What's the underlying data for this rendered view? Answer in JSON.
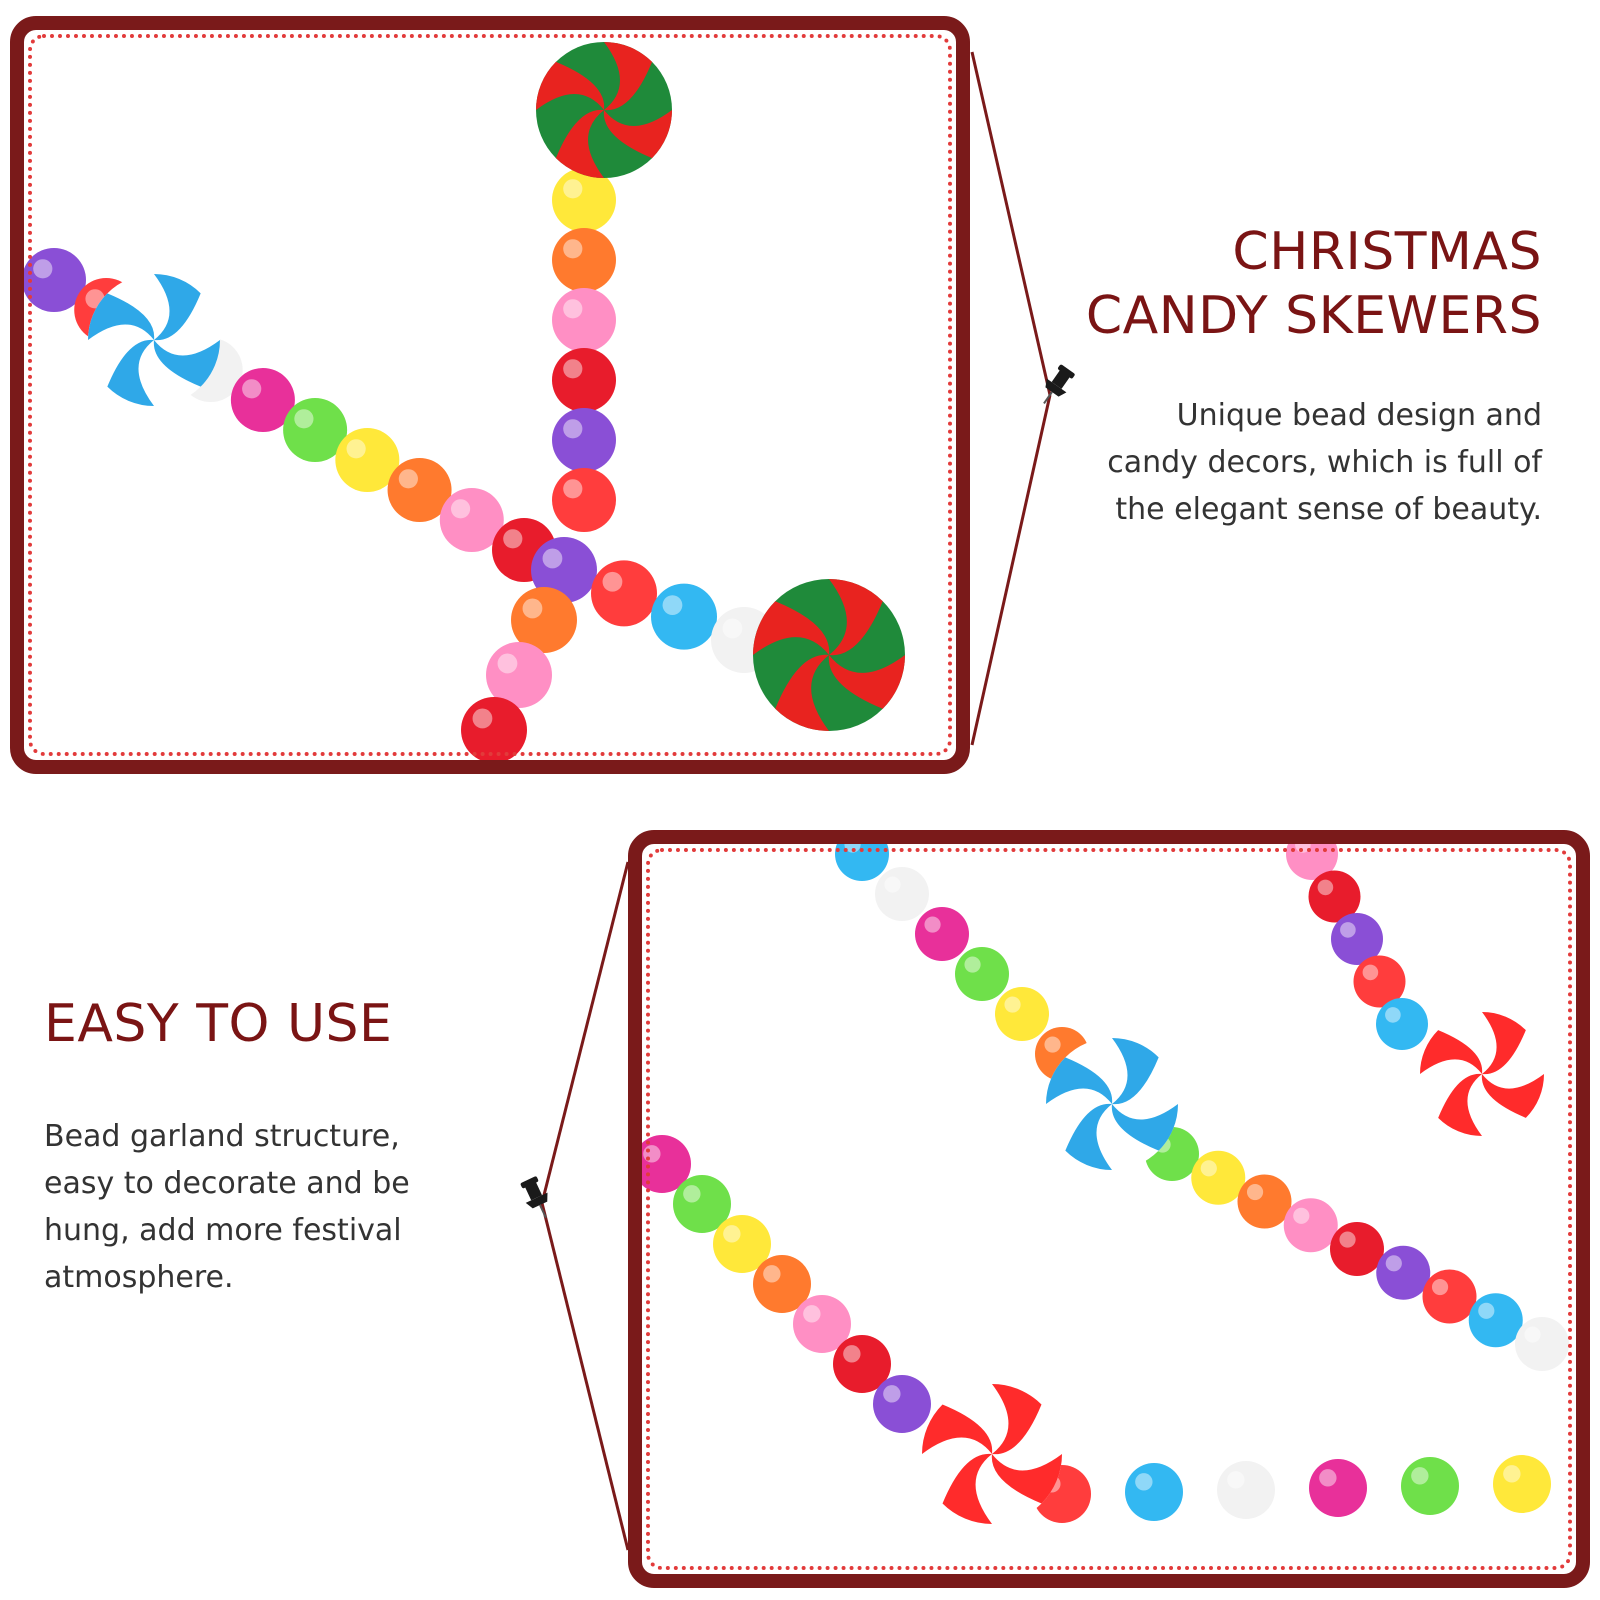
{
  "section1": {
    "heading_line1": "CHRISTMAS",
    "heading_line2": "CANDY SKEWERS",
    "description_lines": [
      "Unique bead design and",
      "candy decors, which is full of",
      "the elegant sense of beauty."
    ]
  },
  "section2": {
    "heading": "EASY TO USE",
    "description_lines": [
      "Bead garland structure,",
      "easy to decorate and be",
      "hung, add more festival",
      "atmosphere."
    ]
  },
  "colors": {
    "frame_border": "#7a1a1a",
    "frame_dots": "#e23b3b",
    "heading_text": "#7a1414",
    "body_text": "#333333",
    "pushpin": "#1a1a1a"
  },
  "icons": [
    "pushpin-icon",
    "pushpin-icon"
  ]
}
